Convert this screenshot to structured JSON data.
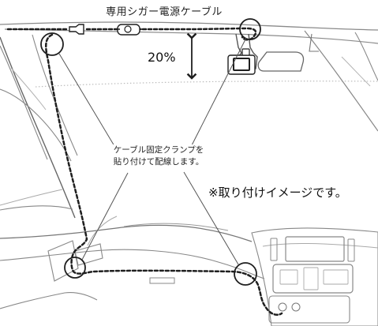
{
  "labels": {
    "cable_title": "専用シガー電源ケーブル",
    "mount_percentage": "20%",
    "clamp_instruction_line1": "ケーブル固定クランプを",
    "clamp_instruction_line2": "貼り付けて配線します。",
    "installation_note": "※取り付けイメージです。"
  },
  "colors": {
    "line": "#1f1f1f",
    "light_line": "#7d7d7d",
    "dotted_guide": "#bcbcbc"
  }
}
